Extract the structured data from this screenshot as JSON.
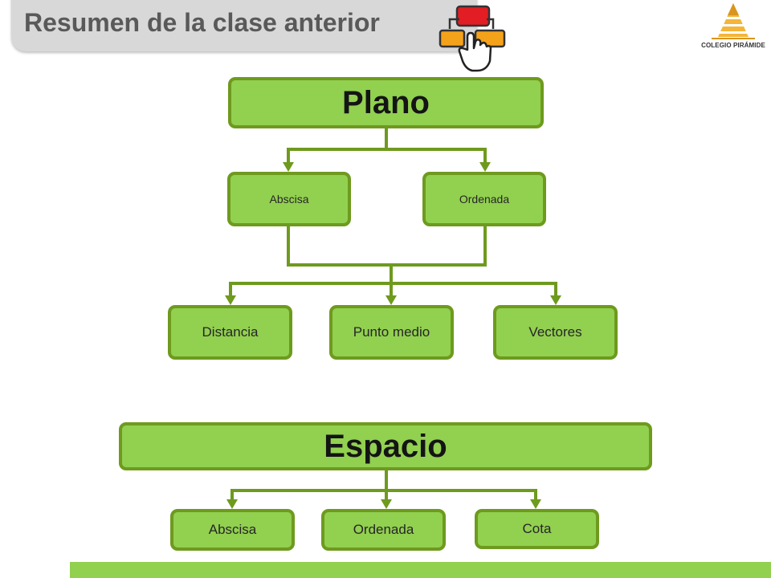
{
  "header": {
    "title": "Resumen de la clase anterior",
    "icon": "flowchart-pointing-hand-icon"
  },
  "logo": {
    "text": "COLEGIO PIRÁMIDE",
    "icon": "pyramid-logo-icon"
  },
  "plano": {
    "title": "Plano",
    "coordinates": [
      "Abscisa",
      "Ordenada"
    ],
    "concepts": [
      "Distancia",
      "Punto medio",
      "Vectores"
    ]
  },
  "espacio": {
    "title": "Espacio",
    "coordinates": [
      "Abscisa",
      "Ordenada",
      "Cota"
    ]
  },
  "colors": {
    "box_fill": "#92d050",
    "box_border": "#6e9a1e",
    "connector": "#6e9a1e",
    "accent_bar": "#92d050"
  }
}
